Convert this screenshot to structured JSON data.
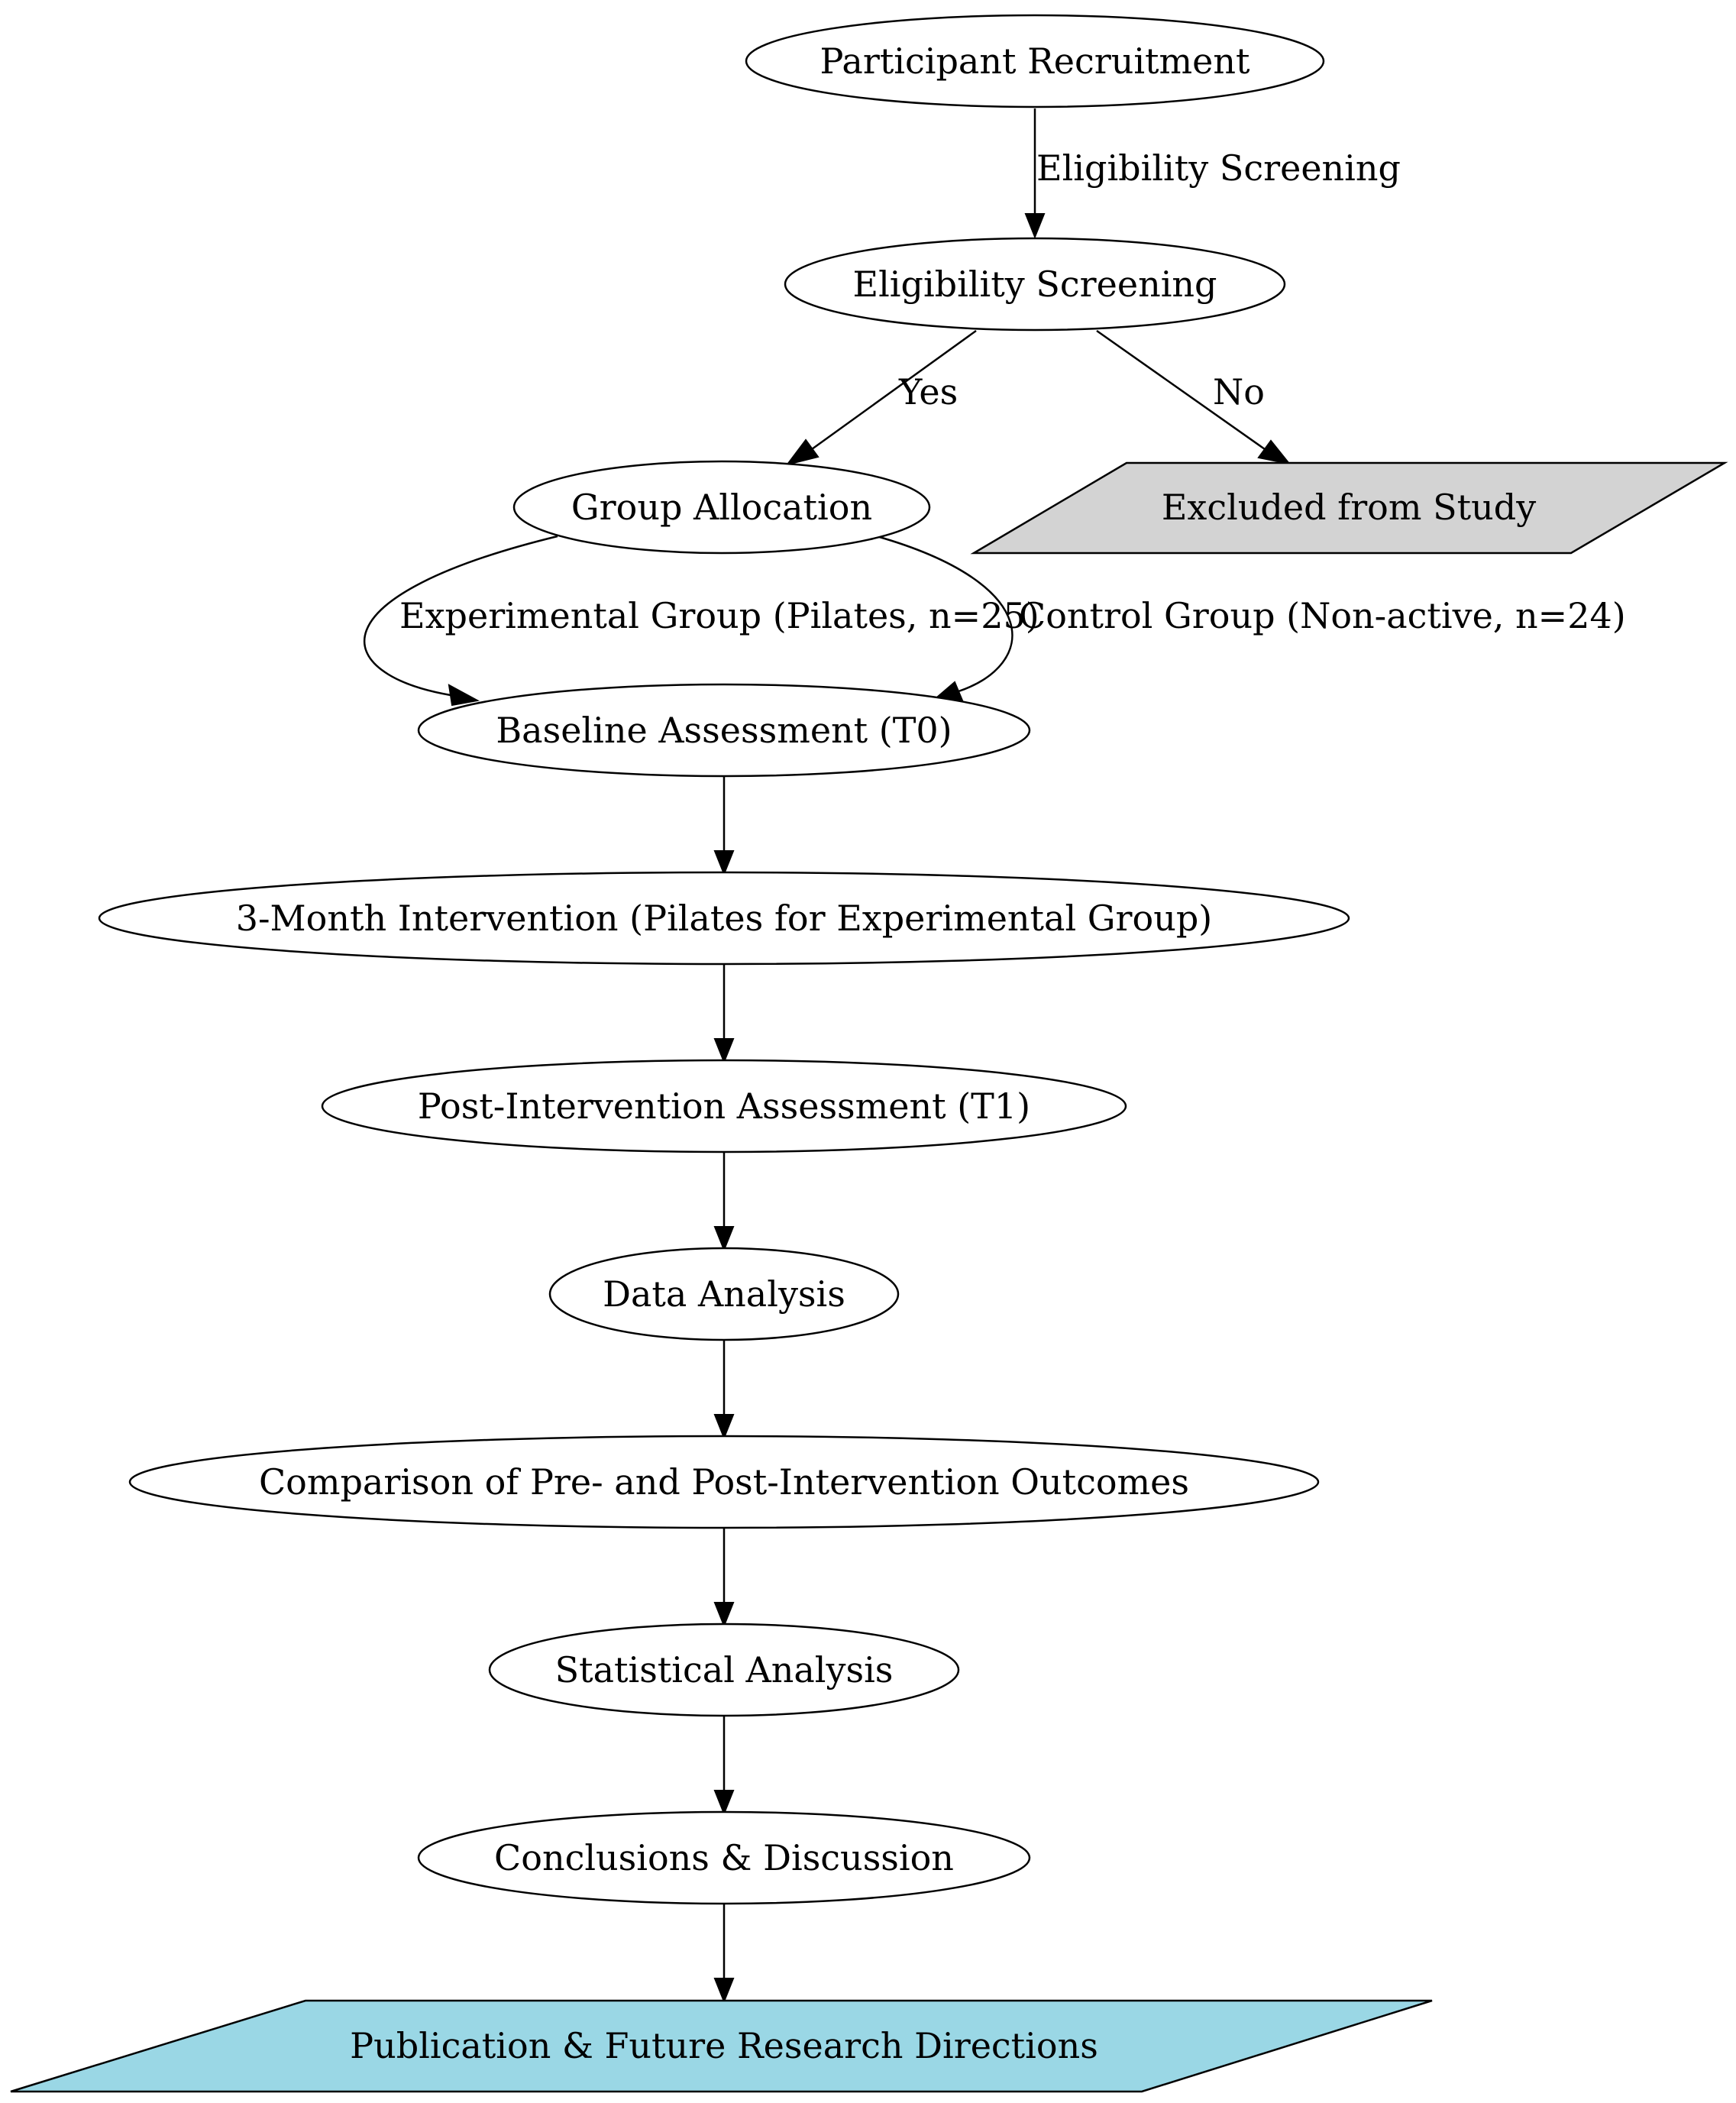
{
  "colors": {
    "node_default_fill": "#ffffff",
    "excluded_fill": "#d3d3d3",
    "publication_fill": "#9ad7e5",
    "stroke": "#000000"
  },
  "nodes": {
    "recruitment": "Participant Recruitment",
    "eligibility": "Eligibility Screening",
    "allocation": "Group Allocation",
    "excluded": "Excluded from Study",
    "baseline": "Baseline Assessment (T0)",
    "intervention": "3-Month Intervention (Pilates for Experimental Group)",
    "post_assessment": "Post-Intervention Assessment (T1)",
    "data_analysis": "Data Analysis",
    "comparison": "Comparison of Pre- and Post-Intervention Outcomes",
    "statistical": "Statistical Analysis",
    "conclusions": "Conclusions & Discussion",
    "publication": "Publication & Future Research Directions"
  },
  "edges": {
    "recruitment_to_eligibility": "Eligibility Screening",
    "eligibility_yes": "Yes",
    "eligibility_no": "No",
    "experimental_group": "Experimental Group (Pilates, n=25)",
    "control_group": "Control Group (Non-active, n=24)"
  }
}
